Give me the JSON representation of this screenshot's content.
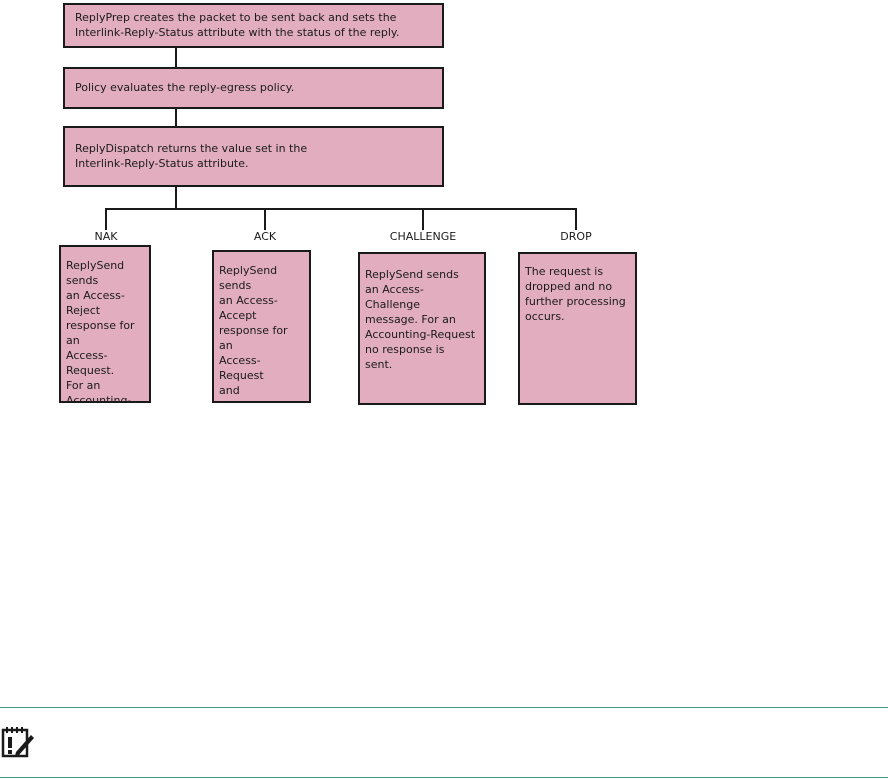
{
  "steps": [
    {
      "text": "ReplyPrep creates the packet to be sent back and sets the\nInterlink-Reply-Status attribute with the status of the reply."
    },
    {
      "text": "Policy evaluates the reply-egress policy."
    },
    {
      "text": "ReplyDispatch returns the value set in the\nInterlink-Reply-Status attribute."
    }
  ],
  "branches": [
    {
      "label": "NAK",
      "text": "ReplySend sends\nan Access-Reject\nresponse for an\nAccess-Request.\nFor an Accounting-\nRequest, no\nresponse is sent."
    },
    {
      "label": "ACK",
      "text": "ReplySend sends\nan Access-Accept\nresponse for an\nAccess-Request\nand Accounting-\nResponse for an\nAccounting-\nRequest."
    },
    {
      "label": "CHALLENGE",
      "text": "ReplySend sends\nan Access-\nChallenge\nmessage. For an\nAccounting-Request\nno response is\nsent."
    },
    {
      "label": "DROP",
      "text": "The request is\ndropped and no\nfurther processing\noccurs."
    }
  ],
  "colors": {
    "box_fill": "#e2aebf",
    "box_border": "#1a1a1a",
    "note_rule": "#3a9a8c"
  },
  "note": {
    "icon": "important-note-icon"
  }
}
